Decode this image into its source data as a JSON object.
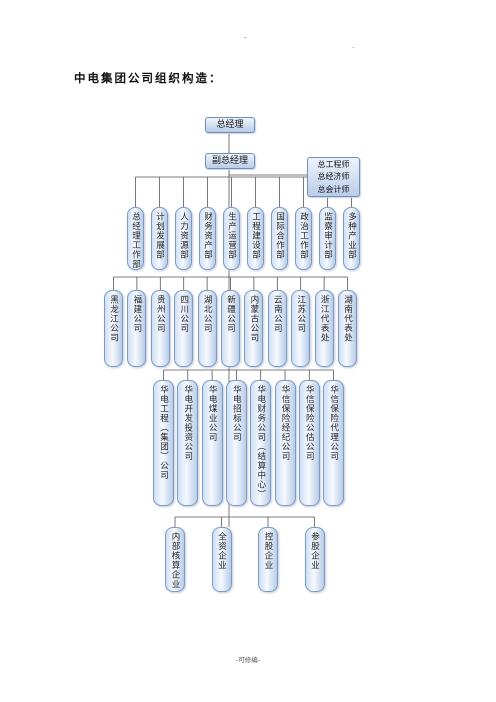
{
  "page": {
    "top_marks": [
      "-",
      "."
    ],
    "heading": "中电集团公司组织构造：",
    "footer": "-可修编-"
  },
  "chart": {
    "top": "总经理",
    "deputy": "副总经理",
    "chief_engineers": [
      "总工程师",
      "总经济师",
      "总会计师"
    ],
    "departments": [
      "总经理工作部",
      "计划发展部",
      "人力资源部",
      "财务资产部",
      "生产运营部",
      "工程建设部",
      "国际合作部",
      "政治工作部",
      "监察审计部",
      "多种产业部"
    ],
    "regional_companies": [
      "黑龙江公司",
      "福建公司",
      "贵州公司",
      "四川公司",
      "湖北公司",
      "新疆公司",
      "内蒙古公司",
      "云南公司",
      "江苏公司",
      "浙江代表处",
      "湖南代表处"
    ],
    "subsidiaries": [
      "华电工程（集团）公司",
      "华电开发投资公司",
      "华电煤业公司",
      "华电招标公司",
      "华电财务公司（结算中心）",
      "华信保险经纪公司",
      "华信保险公估公司",
      "华信保险代理公司"
    ],
    "enterprise_types": [
      "内部核算企业",
      "全资企业",
      "控股企业",
      "参股企业"
    ]
  }
}
